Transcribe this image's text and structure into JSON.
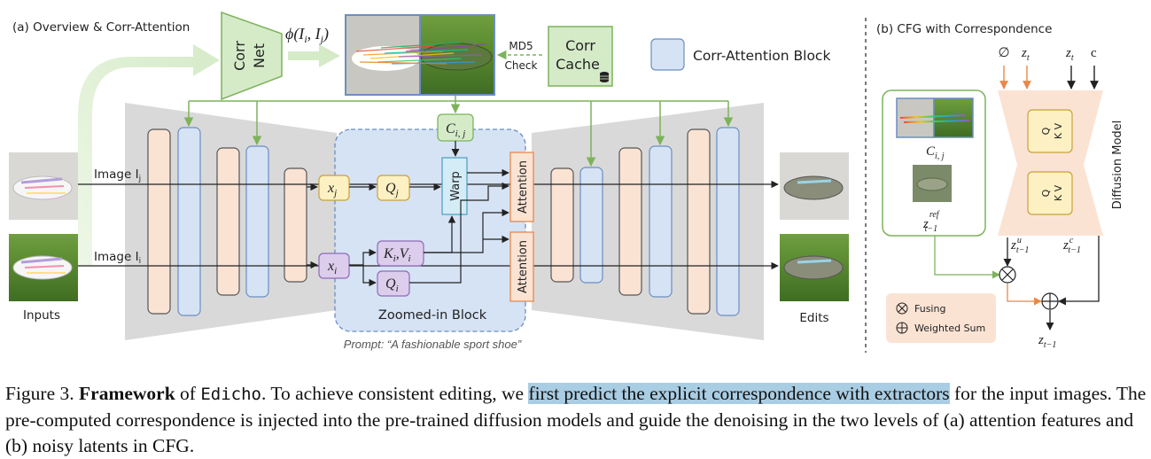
{
  "figure": {
    "panel_a_title": "(a) Overview  &  Corr-Attention",
    "panel_b_title": "(b) CFG with Correspondence",
    "corr_net_line1": "Corr",
    "corr_net_line2": "Net",
    "phi_label": "ϕ(I",
    "md5_label": "MD5",
    "check_label": "Check",
    "corr_cache_line1": "Corr",
    "corr_cache_line2": "Cache",
    "legend_label": "Corr-Attention Block",
    "c_ij": "C",
    "image_j_label": "Image I",
    "image_i_label": "Image I",
    "xj": "x",
    "qj": "Q",
    "xi": "x",
    "ki_vi": "K",
    "qi": "Q",
    "warp": "Warp",
    "attention": "Attention",
    "inputs_label": "Inputs",
    "edits_label": "Edits",
    "zoomed_label": "Zoomed-in Block",
    "prompt_label": "Prompt: “A fashionable sport shoe”",
    "null_symbol": "∅",
    "zt": "z",
    "c_symbol": "c",
    "diffusion_model": "Diffusion Model",
    "qkv_q": "Q",
    "qkv_kv": "K V",
    "z_ref": "z",
    "z_u": "z",
    "z_c": "z",
    "fusing_label": "Fusing",
    "weighted_sum_label": "Weighted Sum",
    "z_out": "z"
  },
  "caption": {
    "prefix": "Figure 3. ",
    "bold": "Framework",
    "of": " of ",
    "code": "Edicho",
    "part1": ". To achieve consistent editing, we ",
    "highlight": "first predict the explicit correspondence with extractors",
    "part2": " for the input images. The pre-computed correspondence is injected into the pre-trained diffusion models and guide the denoising in the two levels of (a) attention features and (b) noisy latents in CFG."
  },
  "colors": {
    "green_box": "#d5ebc8",
    "green_stroke": "#7cb35a",
    "orange_block": "#fbe3d4",
    "blue_block": "#d6e3f5",
    "purple_box": "#dccdec",
    "yellow_box": "#fdf1c3",
    "warp_box": "#d4ecf5",
    "gray_bg": "#d9d9d9",
    "highlight": "#a9cde3",
    "arrow_orange": "#e8894a"
  }
}
